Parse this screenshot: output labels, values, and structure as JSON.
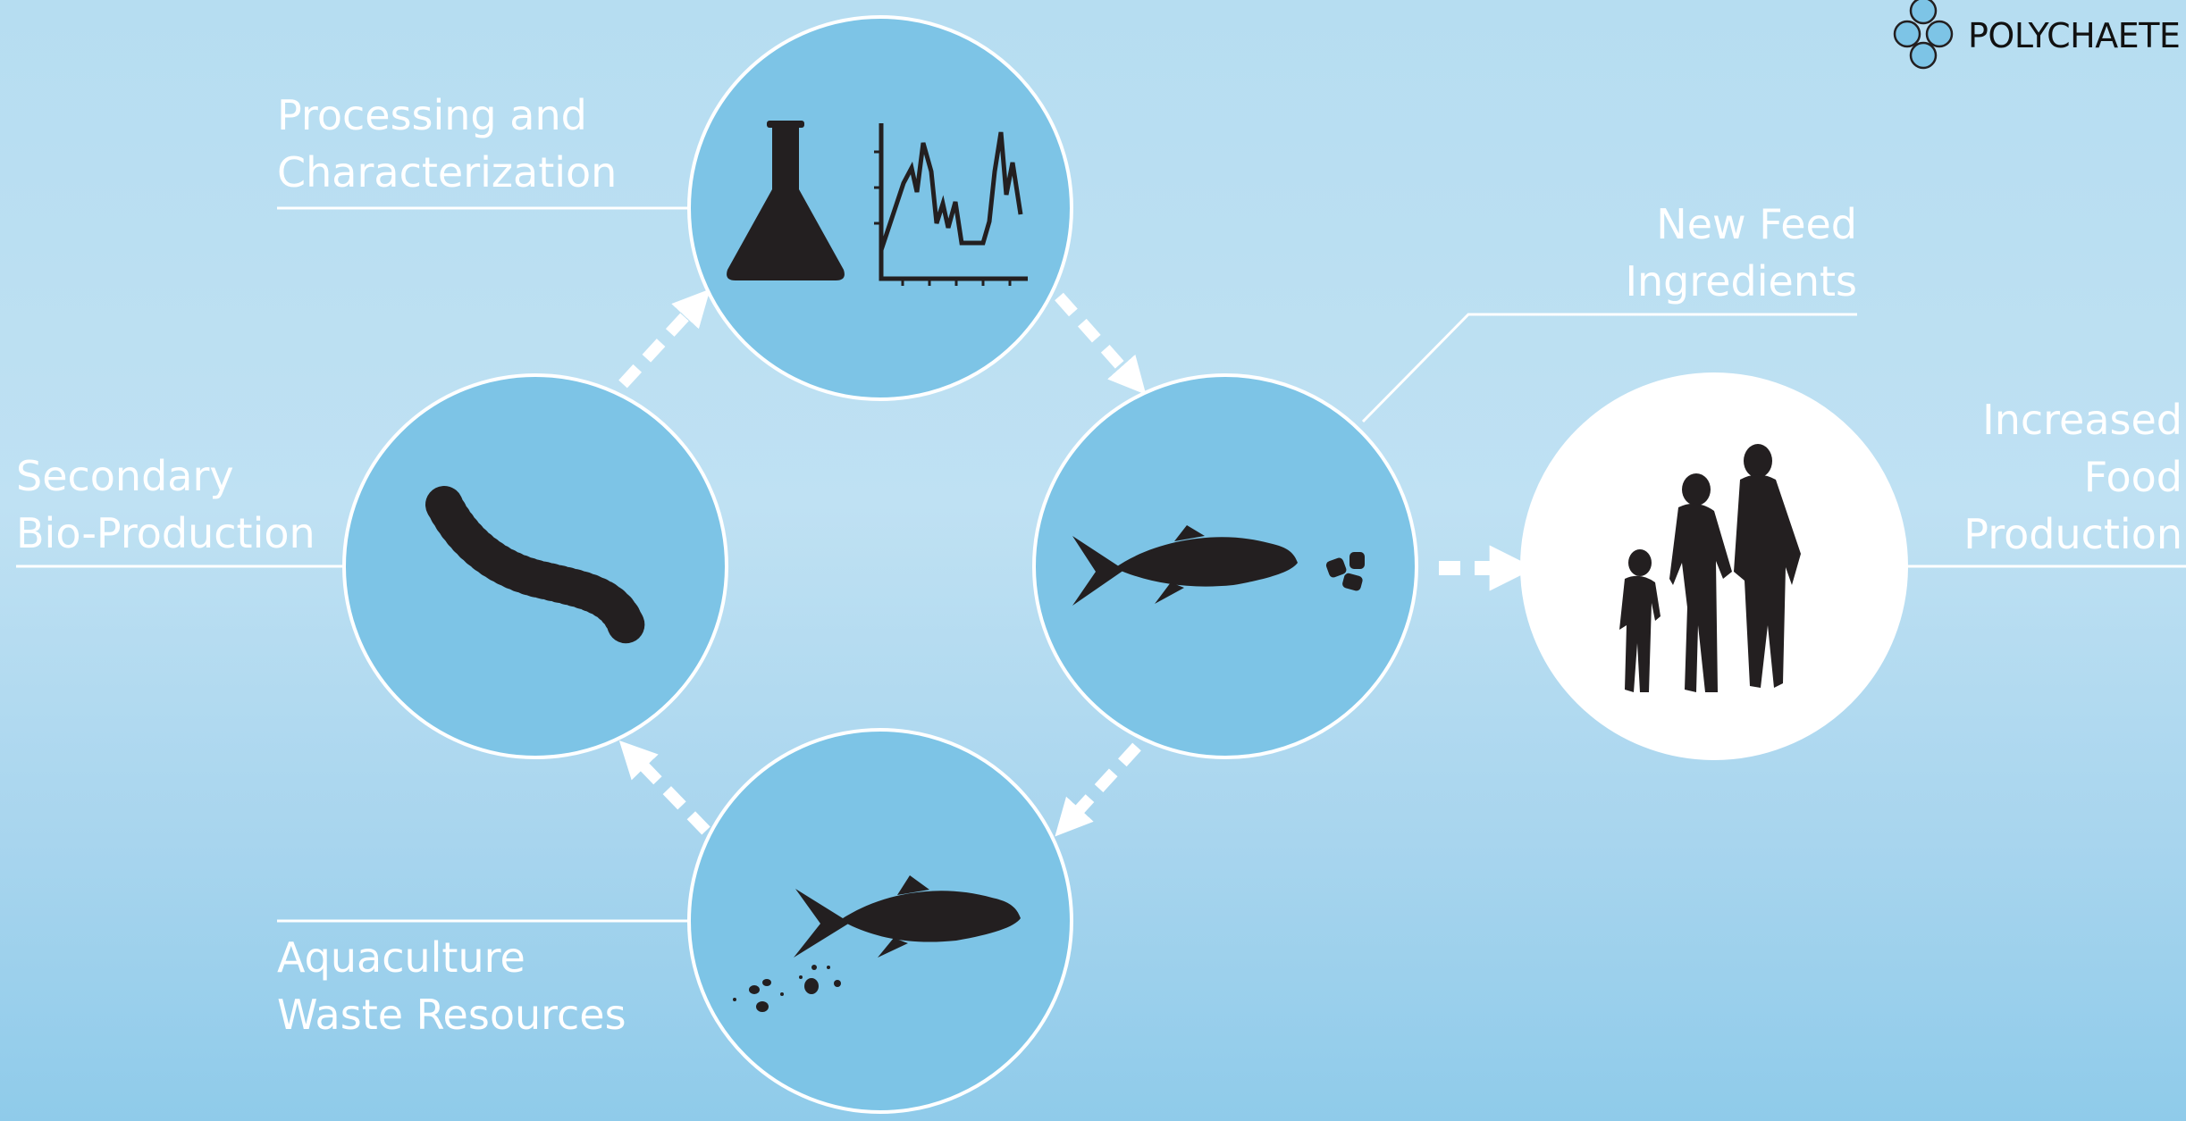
{
  "brand": {
    "name": "POLYCHAETE",
    "logo_icon": "four-circles-logo-icon"
  },
  "colors": {
    "node_fill": "#7dc4e6",
    "node_stroke": "#ffffff",
    "outcome_fill": "#ffffff",
    "silhouette": "#231f20",
    "arrow": "#ffffff"
  },
  "labels": {
    "processing": {
      "line1": "Processing and",
      "line2": "Characterization"
    },
    "feed": {
      "line1": "New Feed",
      "line2": "Ingredients"
    },
    "food": {
      "line1": "Increased",
      "line2": "Food",
      "line3": "Production"
    },
    "bio": {
      "line1": "Secondary",
      "line2": "Bio-Production"
    },
    "waste": {
      "line1": "Aquaculture",
      "line2": "Waste Resources"
    }
  },
  "nodes": [
    {
      "id": "processing",
      "icons": [
        "flask-icon",
        "spectrum-chart-icon"
      ]
    },
    {
      "id": "feed",
      "icons": [
        "salmon-icon",
        "feed-pellets-icon"
      ]
    },
    {
      "id": "food",
      "icons": [
        "family-silhouette-icon"
      ]
    },
    {
      "id": "bio",
      "icons": [
        "polychaete-worm-icon"
      ]
    },
    {
      "id": "waste",
      "icons": [
        "salmon-icon",
        "waste-particles-icon"
      ]
    }
  ]
}
